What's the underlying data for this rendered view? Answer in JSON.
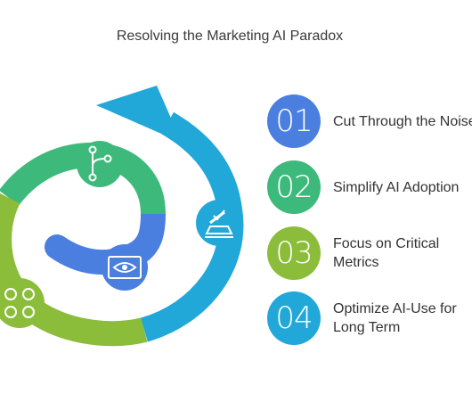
{
  "title": "Resolving the Marketing AI Paradox",
  "steps": [
    {
      "number": "01",
      "label": "Cut Through the Noise",
      "color": "#4a7fe0"
    },
    {
      "number": "02",
      "label": "Simplify AI Adoption",
      "color": "#3dba7b"
    },
    {
      "number": "03",
      "label": "Focus on Critical\nMetrics",
      "color": "#8bbd3a"
    },
    {
      "number": "04",
      "label": "Optimize AI-Use for\nLong Term",
      "color": "#21a8d8"
    }
  ],
  "icons": [
    "eye-scan-icon",
    "branch-icon",
    "grid-circles-icon",
    "approval-stamp-icon"
  ],
  "colors": {
    "blue": "#4a7fe0",
    "green": "#3dba7b",
    "olive": "#8bbd3a",
    "cyan": "#21a8d8"
  }
}
